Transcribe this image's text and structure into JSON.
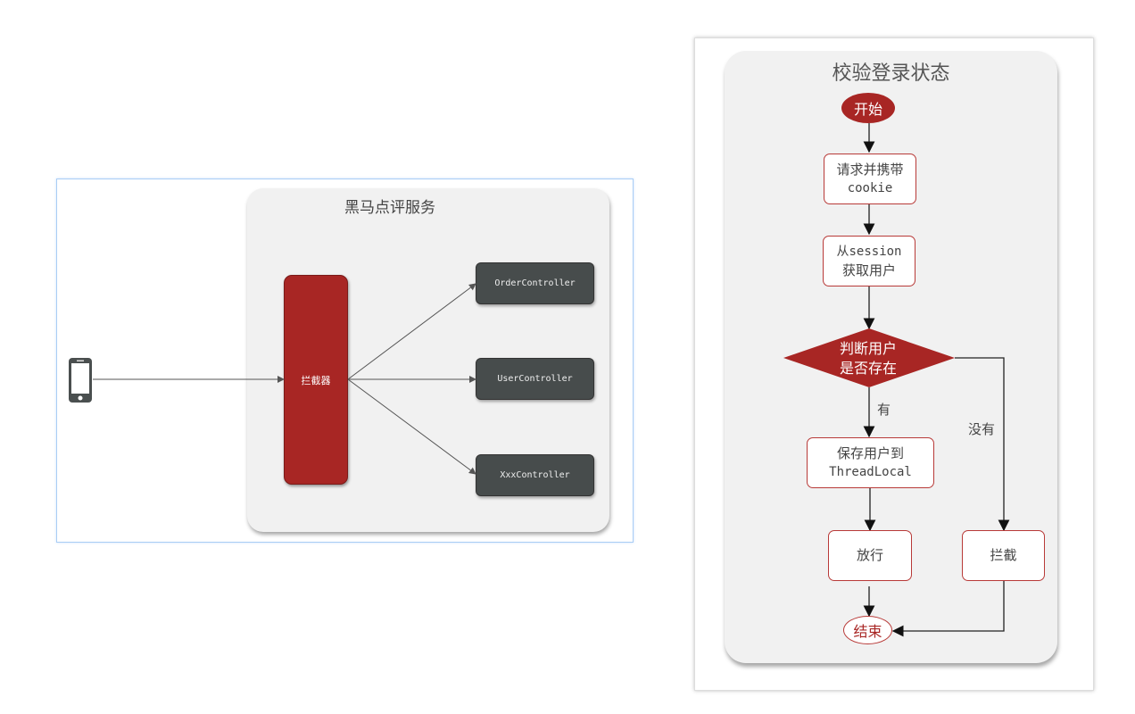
{
  "left_diagram": {
    "service_title": "黑马点评服务",
    "client_icon": "mobile-phone-icon",
    "interceptor_label": "拦截器",
    "controllers": [
      "OrderController",
      "UserController",
      "XxxController"
    ]
  },
  "right_diagram": {
    "title": "校验登录状态",
    "start": "开始",
    "step1": [
      "请求并携带",
      "cookie"
    ],
    "step2": [
      "从session",
      "获取用户"
    ],
    "decision": [
      "判断用户",
      "是否存在"
    ],
    "yes_label": "有",
    "no_label": "没有",
    "save_step": [
      "保存用户到",
      "ThreadLocal"
    ],
    "allow": "放行",
    "block": "拦截",
    "end": "结束"
  },
  "colors": {
    "interceptor_red": "#a82624",
    "controller_gray": "#474c4c",
    "panel_gray": "#f1f1f1",
    "node_border": "#b83a38"
  }
}
